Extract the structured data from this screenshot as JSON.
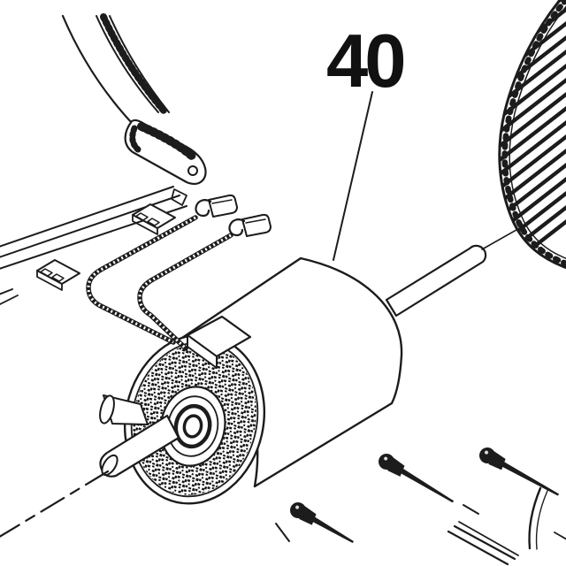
{
  "diagram": {
    "kind": "exploded-parts-line-drawing",
    "background_color": "#ffffff",
    "line_color": "#1c1c1c",
    "callout": {
      "label": "40",
      "points_to": "blower-motor"
    },
    "parts": [
      "frame-arm",
      "pivot-bracket",
      "mounting-rail",
      "rail-clip-a",
      "rail-clip-b",
      "motor-wire-lead-a",
      "motor-wire-lead-b",
      "spade-terminal-a",
      "spade-terminal-b",
      "blower-motor",
      "motor-terminal-tab",
      "motor-hub",
      "motor-front-shaft",
      "motor-rear-shaft",
      "blower-wheel",
      "mounting-screw-1",
      "mounting-screw-2",
      "mounting-screw-3",
      "shaft-centerline",
      "housing-fragment"
    ]
  }
}
